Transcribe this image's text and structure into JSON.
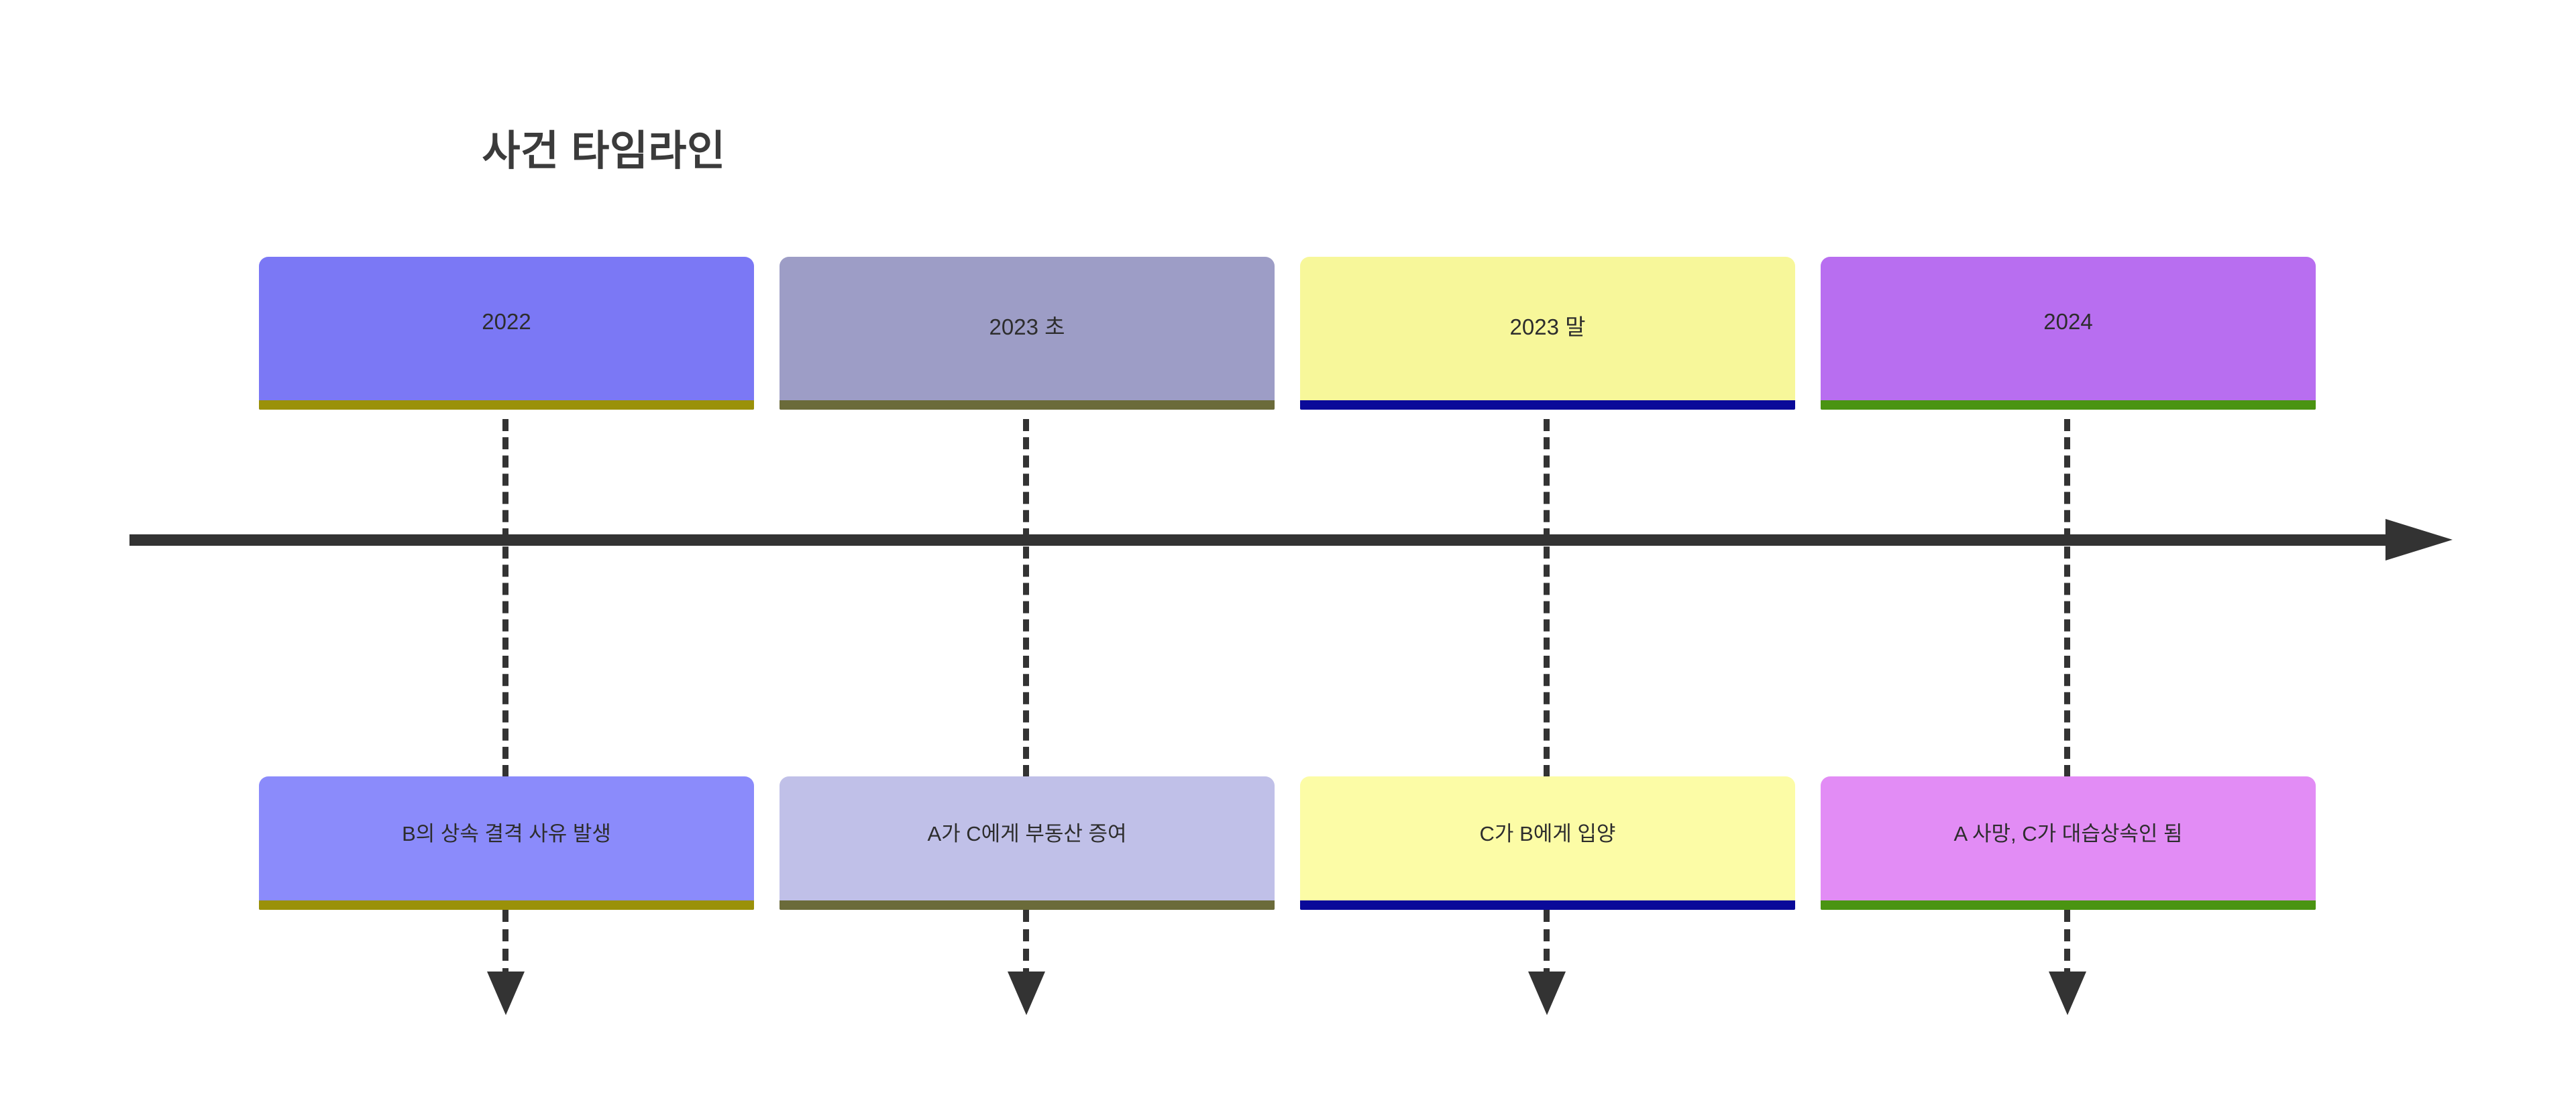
{
  "title": "사건 타임라인",
  "axis": {
    "direction_icon": "arrow-right-icon",
    "color": "#333333"
  },
  "colors": {
    "axis": "#333333",
    "connector": "#333333",
    "title": "#3b3b3b"
  },
  "events": [
    {
      "period": "2022",
      "event": "B의 상속 결격 사유 발생",
      "period_fill": "#7b78f5",
      "event_fill": "#8b8bfb",
      "accent": "#9a9109"
    },
    {
      "period": "2023 초",
      "event": "A가 C에게 부동산 증여",
      "period_fill": "#9d9dc6",
      "event_fill": "#c0c0e8",
      "accent": "#6b6b3a"
    },
    {
      "period": "2023 말",
      "event": "C가 B에게 입양",
      "period_fill": "#f7f79a",
      "event_fill": "#fcfca6",
      "accent": "#0a0a99"
    },
    {
      "period": "2024",
      "event": "A 사망, C가 대습상속인 됨",
      "period_fill": "#b86ef0",
      "event_fill": "#e28cf5",
      "accent": "#4a9412"
    }
  ],
  "chart_data": {
    "type": "table",
    "title": "사건 타임라인",
    "categories": [
      "2022",
      "2023 초",
      "2023 말",
      "2024"
    ],
    "values": [
      "B의 상속 결격 사유 발생",
      "A가 C에게 부동산 증여",
      "C가 B에게 입양",
      "A 사망, C가 대습상속인 됨"
    ],
    "xlabel": "",
    "ylabel": ""
  }
}
